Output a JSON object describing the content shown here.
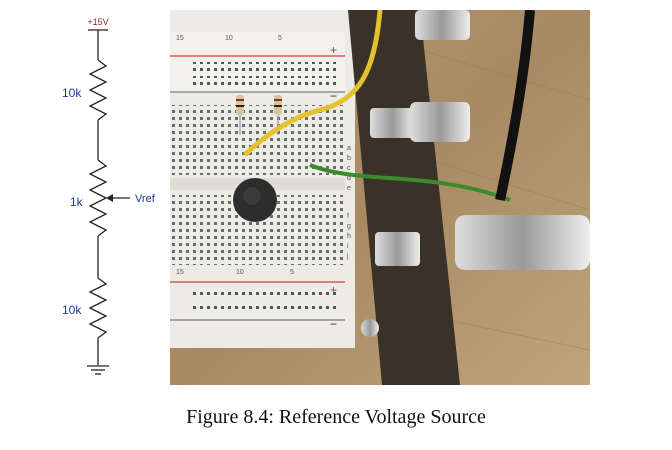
{
  "schematic": {
    "supply_label": "+15V",
    "r_top_label": "10k",
    "pot_label": "1k",
    "vref_label": "Vref",
    "r_bottom_label": "10k",
    "wire_color": "#222222",
    "label_color": "#1a3a8a",
    "supply_color": "#8b1a1a"
  },
  "photo": {
    "description_icon": "breadboard-photo-icon",
    "rail_marks": [
      "+",
      "−",
      "+",
      "−"
    ],
    "row_marks": [
      "15",
      "10",
      "5",
      "15",
      "10",
      "5"
    ],
    "column_marks_top": [
      "a",
      "b",
      "c",
      "d",
      "e"
    ],
    "column_marks_bottom": [
      "f",
      "g",
      "h",
      "i",
      "j"
    ]
  },
  "caption": {
    "text": "Figure 8.4: Reference Voltage Source"
  }
}
